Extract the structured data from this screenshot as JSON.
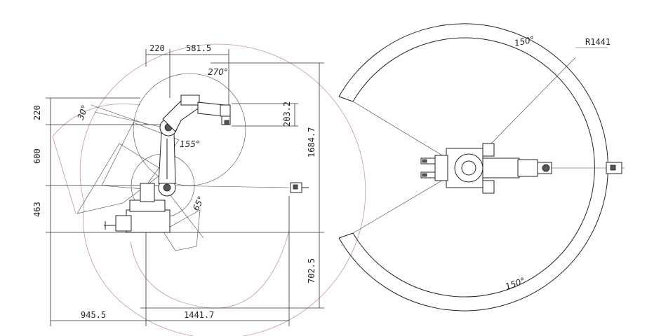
{
  "side_view": {
    "dims": {
      "top_left": "220",
      "top_right": "581.5",
      "left_top": "220",
      "left_mid": "600",
      "left_bottom": "463",
      "right_small": "203.2",
      "right_tall": "1684.7",
      "right_lower": "702.5",
      "bottom_left": "945.5",
      "bottom_right": "1441.7"
    },
    "angles": {
      "a270": "270°",
      "a30": "30°",
      "a155": "155°",
      "a65": "65°"
    }
  },
  "top_view": {
    "radius": "R1441",
    "angle_top": "150°",
    "angle_bottom": "150°"
  }
}
